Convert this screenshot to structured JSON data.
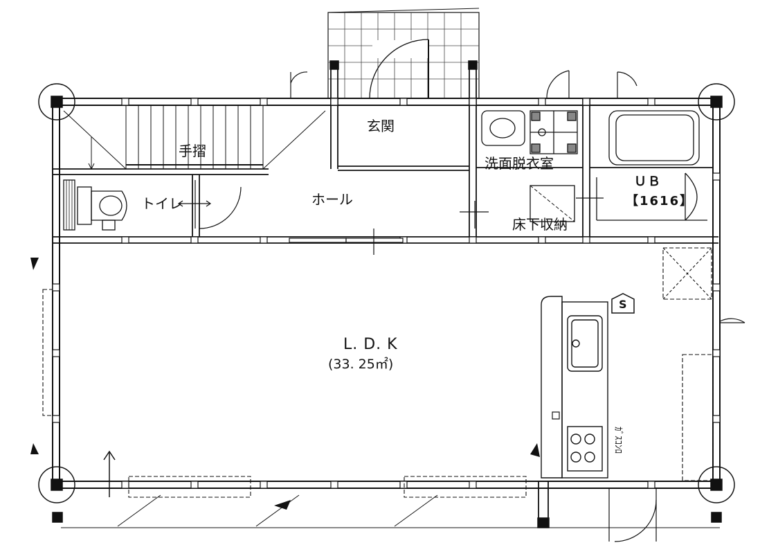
{
  "rooms": {
    "handrail": "手摺",
    "entrance": "玄関",
    "washroom": "洗面脱衣室",
    "toilet": "トイレ",
    "hall": "ホール",
    "bath": "ＵＢ",
    "bath_size": "【1616】",
    "underfloor_storage": "床下収納",
    "ldk": "L. D. K",
    "ldk_area": "(33. 25㎡)",
    "gas_stove": "ｶﾞｽｺﾝﾛ",
    "s_badge": "S"
  }
}
